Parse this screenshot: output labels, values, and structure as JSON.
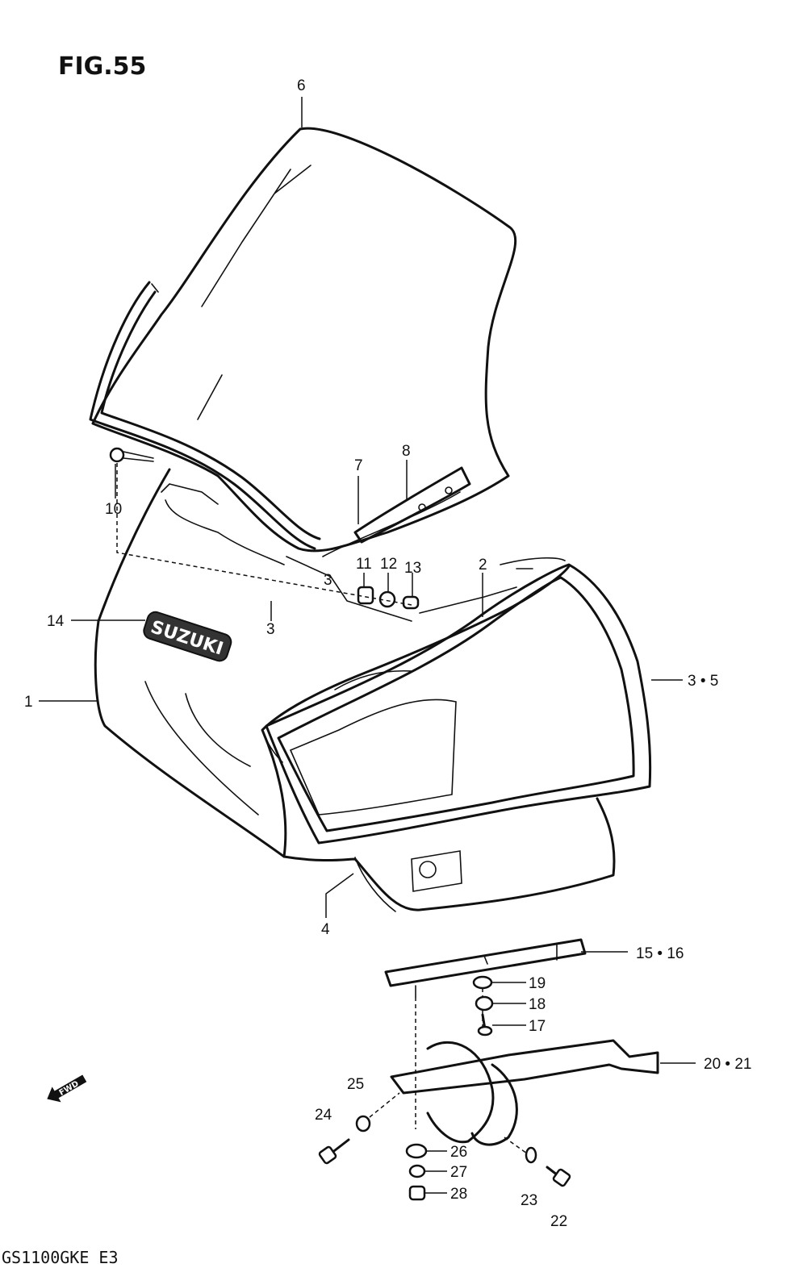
{
  "figure": {
    "title": "FIG.55",
    "model_code": "GS1100GKE E3",
    "fwd_marker": "FWD"
  },
  "callouts": {
    "c1": "1",
    "c2": "2",
    "c3a": "3",
    "c3b": "3",
    "c35": "3 • 5",
    "c4": "4",
    "c6": "6",
    "c7": "7",
    "c8": "8",
    "c10": "10",
    "c11": "11",
    "c12": "12",
    "c13": "13",
    "c14": "14",
    "c1516": "15 • 16",
    "c17": "17",
    "c18": "18",
    "c19": "19",
    "c2021": "20 • 21",
    "c22": "22",
    "c23": "23",
    "c24": "24",
    "c25": "25",
    "c26": "26",
    "c27": "27",
    "c28": "28"
  },
  "emblem_text": "SUZUKI"
}
